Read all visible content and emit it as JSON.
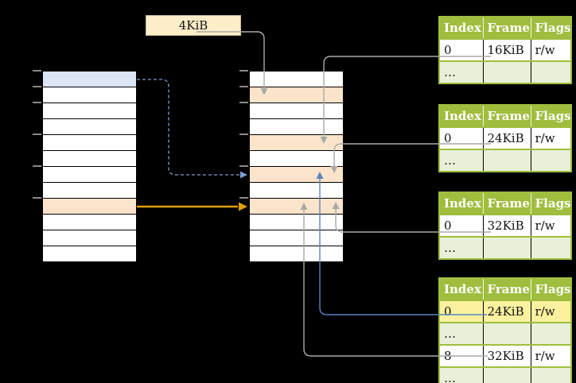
{
  "page_size_label": "4KiB",
  "colors": {
    "background": "#000000",
    "table_header_green": "#9FBE3E",
    "table_stripe_green": "#E9F0D8",
    "peach_frame_highlight": "#FCE4CB",
    "blue_page_highlight": "#DBE5F3",
    "yellow_cell_highlight": "#FBF19F",
    "label_box_fill": "#FCEEC8",
    "connector_gray": "#A9A9A9",
    "connector_blue": "#5B84C0",
    "connector_dashed_blue": "#7E9DD3",
    "connector_orange": "#DFA000"
  },
  "memory_columns": {
    "left": {
      "name": "virtual-memory",
      "row_count": 12,
      "highlighted_rows": [
        {
          "row": 0,
          "style": "blue"
        },
        {
          "row": 8,
          "style": "peach"
        }
      ],
      "tick_rows": [
        0,
        1,
        2,
        4,
        6,
        8
      ]
    },
    "right": {
      "name": "physical-memory",
      "row_count": 12,
      "highlighted_rows": [
        {
          "row": 1,
          "style": "peach"
        },
        {
          "row": 4,
          "style": "peach"
        },
        {
          "row": 6,
          "style": "peach"
        },
        {
          "row": 8,
          "style": "peach"
        }
      ],
      "tick_rows": [
        0,
        1,
        2,
        4,
        6,
        8
      ]
    }
  },
  "page_tables": [
    {
      "headers": [
        "Index",
        "Frame",
        "Flags"
      ],
      "rows": [
        {
          "cells": [
            "0",
            "16KiB",
            "r/w"
          ],
          "highlight": false
        },
        {
          "cells": [
            "…",
            "",
            ""
          ],
          "highlight": false
        }
      ]
    },
    {
      "headers": [
        "Index",
        "Frame",
        "Flags"
      ],
      "rows": [
        {
          "cells": [
            "0",
            "24KiB",
            "r/w"
          ],
          "highlight": false
        },
        {
          "cells": [
            "…",
            "",
            ""
          ],
          "highlight": false
        }
      ]
    },
    {
      "headers": [
        "Index",
        "Frame",
        "Flags"
      ],
      "rows": [
        {
          "cells": [
            "0",
            "32KiB",
            "r/w"
          ],
          "highlight": false
        },
        {
          "cells": [
            "…",
            "",
            ""
          ],
          "highlight": false
        }
      ]
    },
    {
      "headers": [
        "Index",
        "Frame",
        "Flags"
      ],
      "rows": [
        {
          "cells": [
            "0",
            "24KiB",
            "r/w"
          ],
          "highlight": true
        },
        {
          "cells": [
            "…",
            "",
            ""
          ],
          "highlight": false
        },
        {
          "cells": [
            "8",
            "32KiB",
            "r/w"
          ],
          "highlight": false
        },
        {
          "cells": [
            "…",
            "",
            ""
          ],
          "highlight": false
        }
      ]
    }
  ],
  "connectors": [
    {
      "from": "page-size-label",
      "to": "physical-frame-1",
      "style": "gray-solid"
    },
    {
      "from": "table-1-frame-16KiB",
      "to": "physical-frame-4",
      "style": "gray-solid"
    },
    {
      "from": "table-2-frame-24KiB",
      "to": "physical-frame-6",
      "style": "gray-solid"
    },
    {
      "from": "table-3-frame-32KiB",
      "to": "physical-frame-8",
      "style": "gray-solid"
    },
    {
      "from": "table-4-frame-24KiB",
      "to": "physical-frame-6",
      "style": "blue-solid"
    },
    {
      "from": "table-4-frame-32KiB",
      "to": "physical-frame-8",
      "style": "gray-solid"
    },
    {
      "from": "virtual-page-0",
      "to": "physical-frame-6",
      "style": "blue-dashed"
    },
    {
      "from": "virtual-page-8",
      "to": "physical-frame-8",
      "style": "orange-solid"
    }
  ]
}
